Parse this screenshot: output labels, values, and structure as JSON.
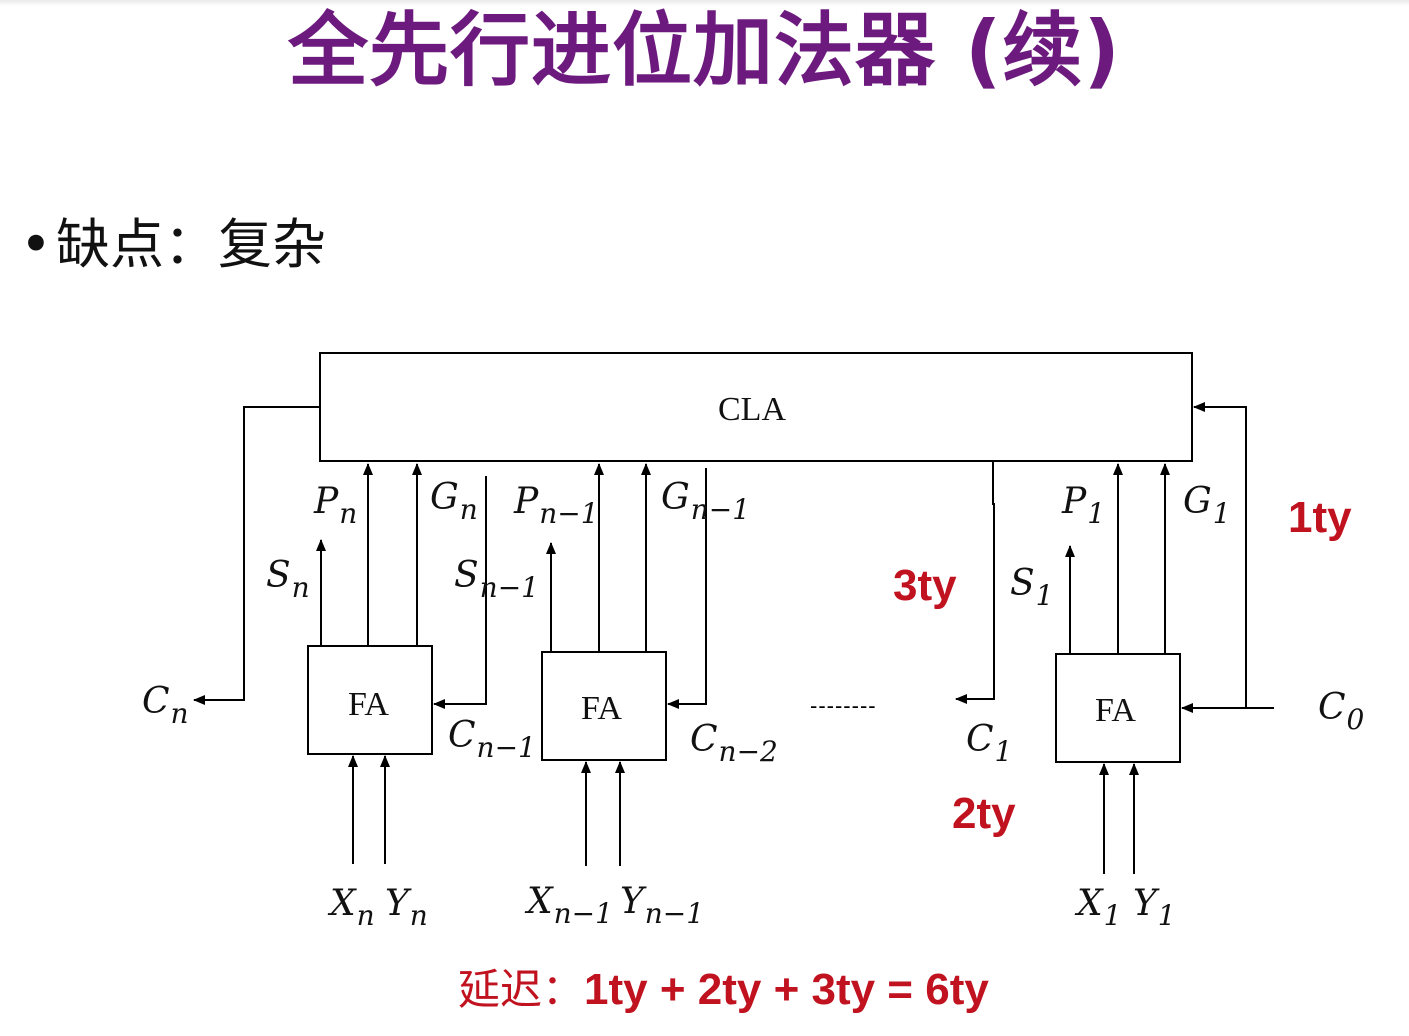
{
  "title": "全先行进位加法器 (续)",
  "bullet": "缺点：复杂",
  "diagram": {
    "cla_label": "CLA",
    "fa_label": "FA",
    "ellipsis": "--------",
    "labels": {
      "Pn": {
        "base": "P",
        "sub": "n"
      },
      "Gn": {
        "base": "G",
        "sub": "n"
      },
      "Sn": {
        "base": "S",
        "sub": "n"
      },
      "Pn1": {
        "base": "P",
        "sub": "n−1"
      },
      "Gn1": {
        "base": "G",
        "sub": "n−1"
      },
      "Sn1": {
        "base": "S",
        "sub": "n−1"
      },
      "P1": {
        "base": "P",
        "sub": "1"
      },
      "G1": {
        "base": "G",
        "sub": "1"
      },
      "S1": {
        "base": "S",
        "sub": "1"
      },
      "Cn": {
        "base": "C",
        "sub": "n"
      },
      "Cn1": {
        "base": "C",
        "sub": "n−1"
      },
      "Cn2": {
        "base": "C",
        "sub": "n−2"
      },
      "C1": {
        "base": "C",
        "sub": "1"
      },
      "C0": {
        "base": "C",
        "sub": "0"
      },
      "Xn": {
        "base": "X",
        "sub": "n"
      },
      "Yn": {
        "base": "Y",
        "sub": "n"
      },
      "Xn1": {
        "base": "X",
        "sub": "n−1"
      },
      "Yn1": {
        "base": "Y",
        "sub": "n−1"
      },
      "X1": {
        "base": "X",
        "sub": "1"
      },
      "Y1": {
        "base": "Y",
        "sub": "1"
      }
    },
    "delays": {
      "d1": "1ty",
      "d2": "2ty",
      "d3": "3ty"
    }
  },
  "formula": {
    "prefix": "延迟：",
    "expression": "1ty + 2ty + 3ty = 6ty"
  },
  "colors": {
    "title": "#6d1a7e",
    "delay": "#c0121f"
  }
}
